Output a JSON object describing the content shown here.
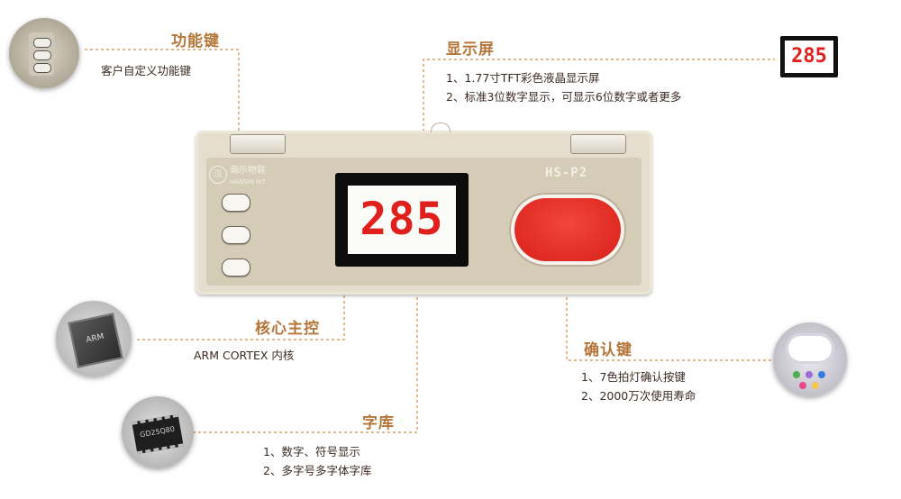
{
  "callouts": {
    "function_keys": {
      "title": "功能键",
      "desc": "客户自定义功能键"
    },
    "display": {
      "title": "显示屏",
      "line1": "1、1.77寸TFT彩色液晶显示屏",
      "line2": "2、标准3位数字显示，可显示6位数字或者更多"
    },
    "core": {
      "title": "核心主控",
      "desc": "ARM CORTEX 内核"
    },
    "font": {
      "title": "字库",
      "line1": "1、数字、符号显示",
      "line2": "2、多字号多字体字库"
    },
    "confirm": {
      "title": "确认键",
      "line1": "1、7色拍灯确认按键",
      "line2": "2、2000万次使用寿命"
    }
  },
  "device": {
    "brand_name": "瀚示物联",
    "brand_sub": "HANSHI IoT",
    "model": "HS-P2",
    "display_value": "285"
  },
  "thumbs": {
    "display_value": "285",
    "chip_text": "ARM",
    "flash_text": "GD25Q80"
  },
  "colors": {
    "accent": "#b5763a",
    "leader": "#d28a45",
    "digit_red": "#e0201c",
    "button_red": "#e02a22",
    "device_body": "#e5ddcd"
  }
}
